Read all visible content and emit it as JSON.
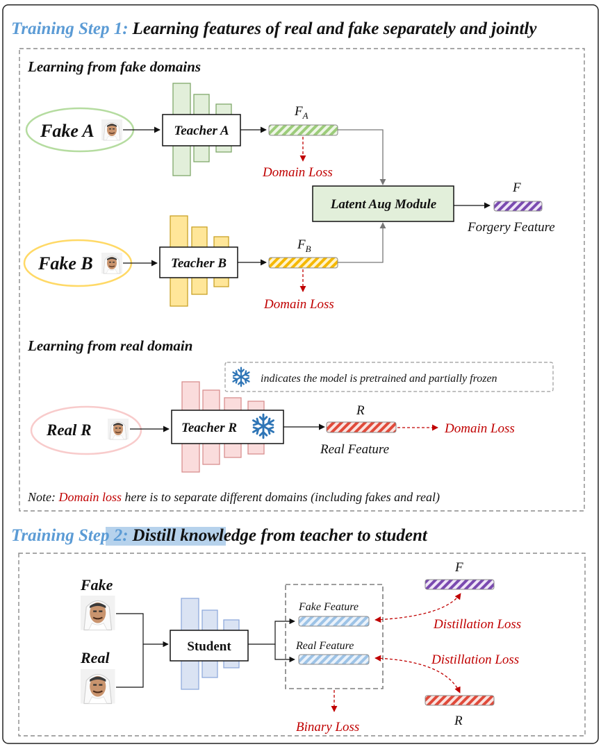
{
  "step1": {
    "prefix": "Training Step 1:",
    "title": "Learning features of real and fake separately and jointly",
    "fake_section_title": "Learning from fake domains",
    "real_section_title": "Learning from real domain",
    "fake_a": {
      "label": "Fake A",
      "teacher": "Teacher A",
      "feature": "F",
      "feature_sub": "A",
      "loss": "Domain Loss"
    },
    "fake_b": {
      "label": "Fake B",
      "teacher": "Teacher B",
      "feature": "F",
      "feature_sub": "B",
      "loss": "Domain Loss"
    },
    "aug_module": "Latent Aug Module",
    "forgery": {
      "symbol": "F",
      "label": "Forgery Feature"
    },
    "frozen_note": "indicates the model is pretrained and partially frozen",
    "real": {
      "label": "Real R",
      "teacher": "Teacher R",
      "symbol": "R",
      "feature_label": "Real Feature",
      "loss": "Domain Loss"
    },
    "note": {
      "prefix": "Note: ",
      "highlight": "Domain loss",
      "rest": " here is to separate different domains (including fakes and real)"
    }
  },
  "step2": {
    "prefix": "Training Step 2:",
    "title": "Distill knowledge from teacher to student",
    "fake_label": "Fake",
    "real_label": "Real",
    "student": "Student",
    "fake_feature": "Fake Feature",
    "real_feature": "Real Feature",
    "f_symbol": "F",
    "r_symbol": "R",
    "distill_loss_1": "Distillation Loss",
    "distill_loss_2": "Distillation Loss",
    "binary_loss": "Binary Loss"
  },
  "colors": {
    "step_blue": "#5b9bd5",
    "loss_red": "#c00000",
    "green": "#a9d18e",
    "yellow": "#ffc000",
    "pink": "#f4b6b6",
    "purple": "#7030a0",
    "light_blue": "#9dc3e6",
    "red_stripe": "#e04a3a"
  },
  "icons": [
    "face-photo-icon",
    "snowflake-icon"
  ]
}
